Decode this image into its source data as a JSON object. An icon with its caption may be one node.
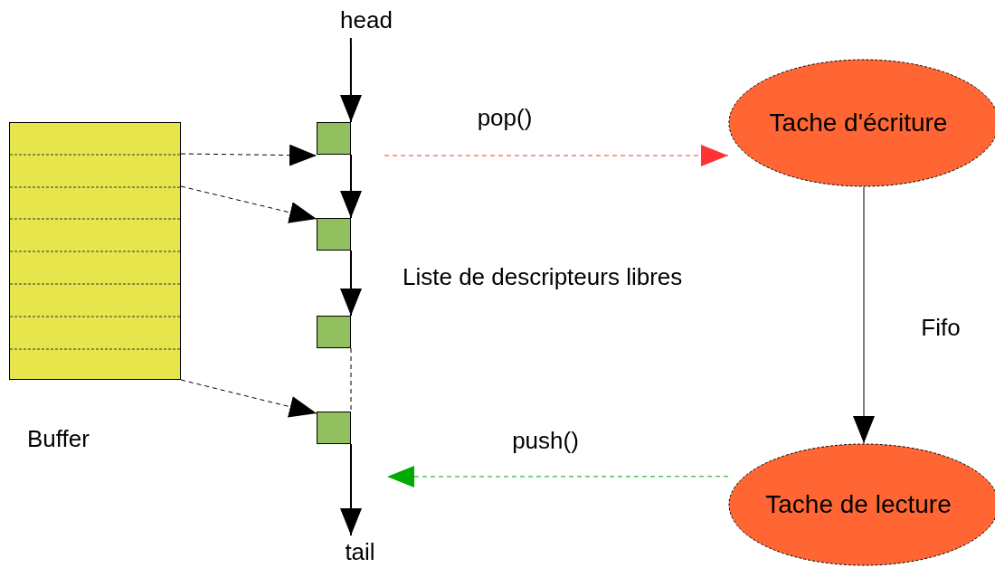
{
  "diagram": {
    "nodes": [
      {
        "text": [],
        "shape": "box",
        "beside": [
          "Buffer"
        ]
      },
      {
        "text": [
          "head"
        ]
      },
      {
        "text": [],
        "shape": "box"
      },
      {
        "text": [],
        "shape": "box"
      },
      {
        "text": [],
        "shape": "box"
      },
      {
        "text": [],
        "shape": "box"
      },
      {
        "text": [
          "tail"
        ]
      },
      {
        "text": [
          "Tache d'écriture"
        ]
      },
      {
        "text": [
          "Tache de lecture"
        ]
      }
    ],
    "edges": [
      {
        "from": 1,
        "to": 2,
        "arrow": "to"
      },
      {
        "from": 2,
        "to": 3,
        "arrow": "to"
      },
      {
        "from": 3,
        "to": 4,
        "arrow": "to"
      },
      {
        "from": 4,
        "to": 5,
        "arrow": "none",
        "style": "dashed"
      },
      {
        "from": 5,
        "to": 6,
        "arrow": "to"
      },
      {
        "from": 0,
        "to": 2,
        "arrow": "to",
        "style": "dashed"
      },
      {
        "from": 0,
        "to": 3,
        "arrow": "to",
        "style": "dashed"
      },
      {
        "from": 0,
        "to": 5,
        "arrow": "to",
        "style": "dashed"
      },
      {
        "from": null,
        "to": 7,
        "arrow": "to",
        "label": "pop()",
        "style": "dashed",
        "color": "#ff3333"
      },
      {
        "from": 7,
        "to": 8,
        "arrow": "to",
        "label": "Fifo"
      },
      {
        "from": 8,
        "to": null,
        "arrow": "to",
        "label": "push()",
        "style": "dashed",
        "color": "#00aa00"
      }
    ],
    "labels": [
      "Liste de descripteurs libres"
    ]
  }
}
